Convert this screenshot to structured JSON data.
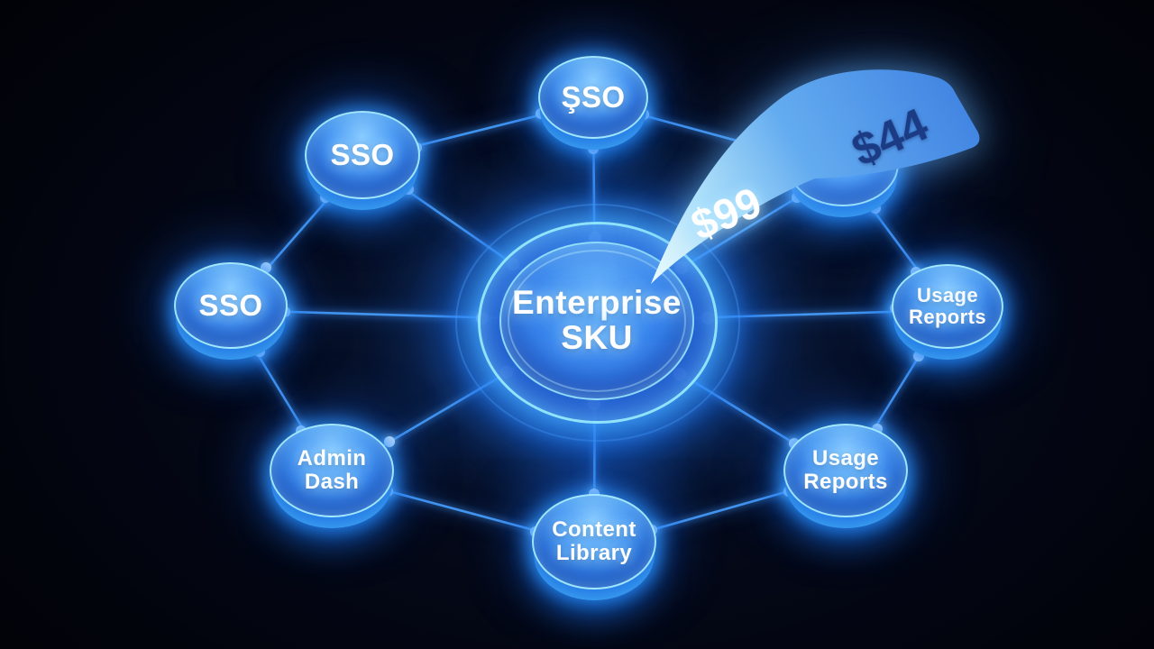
{
  "diagram": {
    "hub": {
      "lines": [
        "Enterprise",
        "SKU"
      ]
    },
    "nodes": {
      "sso_top": {
        "lines": [
          "ŞSO"
        ]
      },
      "sso_upper_left": {
        "lines": [
          "SSO"
        ]
      },
      "sso_left": {
        "lines": [
          "SSO"
        ]
      },
      "admin_dash": {
        "lines": [
          "Admin",
          "Dash"
        ]
      },
      "content_library": {
        "lines": [
          "Content",
          "Library"
        ]
      },
      "usage_reports_lower_right": {
        "lines": [
          "Usage",
          "Reports"
        ]
      },
      "usage_reports_right": {
        "lines": [
          "Usage",
          "Reports"
        ]
      }
    },
    "price_tag": {
      "primary": "$99",
      "secondary": "$44"
    },
    "colors": {
      "background": "#04060f",
      "node_fill": "#3f8ef2",
      "rim_glow": "#6fe0ff",
      "connector": "#4496f0",
      "ribbon_tip": "#eafaff",
      "ribbon_end": "#3b7fe0",
      "price_primary_color": "#ffffff",
      "price_secondary_color": "#1b3c85"
    }
  }
}
